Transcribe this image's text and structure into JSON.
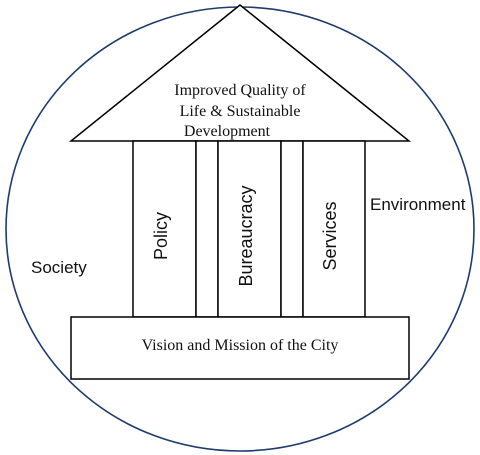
{
  "roof": {
    "line1": "Improved Quality of",
    "line2": "Life & Sustainable",
    "line3": "Development"
  },
  "pillars": [
    {
      "label": "Policy"
    },
    {
      "label": "Bureaucracy"
    },
    {
      "label": "Services"
    }
  ],
  "base": {
    "label": "Vision and Mission of the City"
  },
  "outer": {
    "left_label": "Society",
    "right_label": "Environment"
  },
  "colors": {
    "outline": "#1f3b6e",
    "stroke": "#000000",
    "text": "#111111"
  }
}
